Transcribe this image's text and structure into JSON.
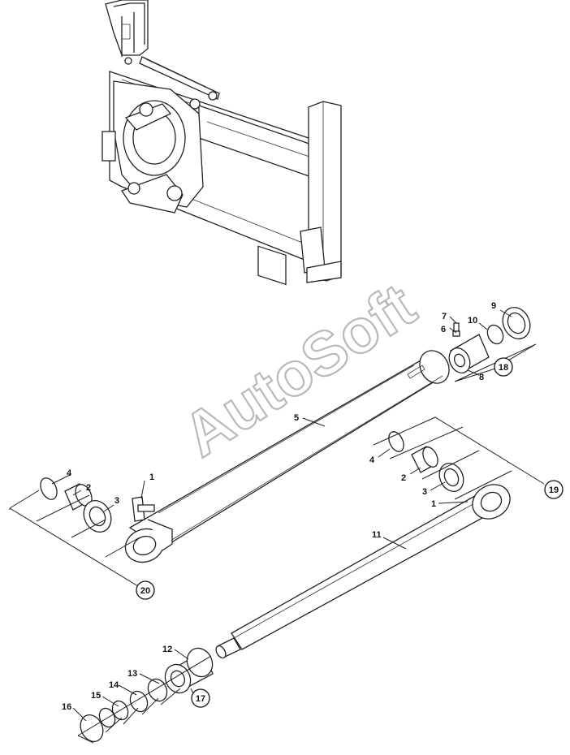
{
  "watermark": "AutoSoft",
  "callouts": {
    "p1_left": "1",
    "p2_left": "2",
    "p3_left": "3",
    "p4_left": "4",
    "p5": "5",
    "p6": "6",
    "p7": "7",
    "p8": "8",
    "p9": "9",
    "p10": "10",
    "p11": "11",
    "p12": "12",
    "p13": "13",
    "p14": "14",
    "p15": "15",
    "p16": "16",
    "p1_right": "1",
    "p2_right": "2",
    "p3_right": "3",
    "p4_right": "4"
  },
  "assemblies": {
    "a17": "17",
    "a18": "18",
    "a19": "19",
    "a20": "20"
  }
}
